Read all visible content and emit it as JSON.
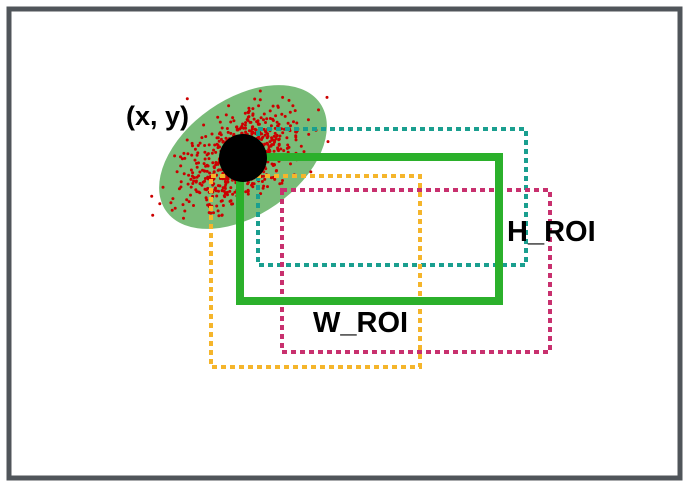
{
  "labels": {
    "point": "(x, y)",
    "height": "H_ROI",
    "width": "W_ROI"
  },
  "colors": {
    "frame": "#50555a",
    "background": "#ffffff",
    "ellipse_fill": "#4ca64c",
    "scatter": "#cc0000",
    "center": "#000000",
    "main_box": "#2bb02b",
    "teal_box": "#1a9f8f",
    "yellow_box": "#f5b52b",
    "magenta_box": "#c8306e"
  },
  "scatter": {
    "point_count": 700,
    "seed": 7
  }
}
